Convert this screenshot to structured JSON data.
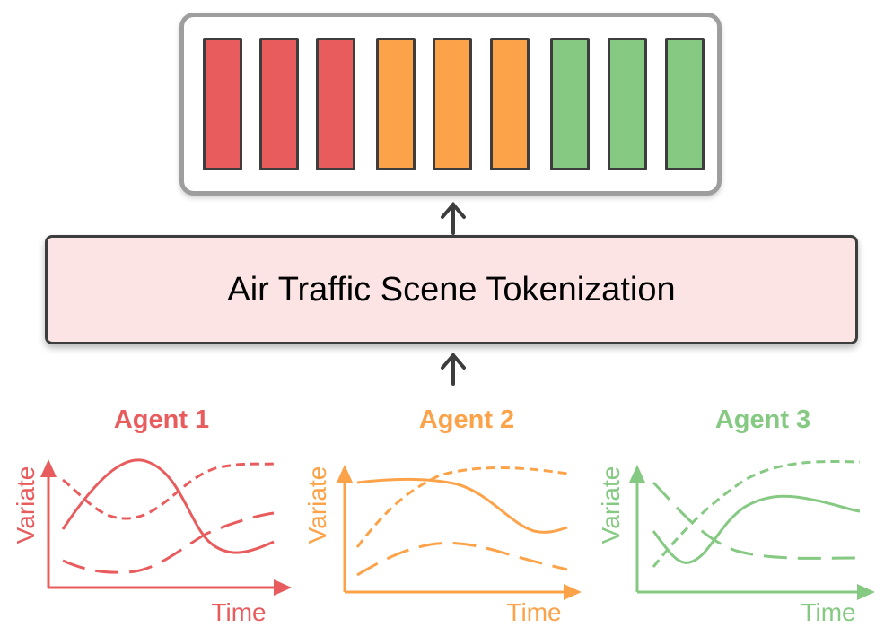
{
  "tokenizer": {
    "label": "Air Traffic Scene Tokenization"
  },
  "agents": [
    {
      "title": "Agent 1",
      "color": "#e85c5e",
      "ylabel": "Variate",
      "xlabel": "Time"
    },
    {
      "title": "Agent 2",
      "color": "#fca34a",
      "ylabel": "Variate",
      "xlabel": "Time"
    },
    {
      "title": "Agent 3",
      "color": "#85c983",
      "ylabel": "Variate",
      "xlabel": "Time"
    }
  ],
  "tokens": [
    {
      "color": "#e85c5e"
    },
    {
      "color": "#e85c5e"
    },
    {
      "color": "#e85c5e"
    },
    {
      "color": "#fca34a"
    },
    {
      "color": "#fca34a"
    },
    {
      "color": "#fca34a"
    },
    {
      "color": "#85c983"
    },
    {
      "color": "#85c983"
    },
    {
      "color": "#85c983"
    }
  ],
  "colors": {
    "outline": "#3d3d3d",
    "container_border": "#9e9e9e",
    "tokenizer_fill": "#fce4e4"
  }
}
